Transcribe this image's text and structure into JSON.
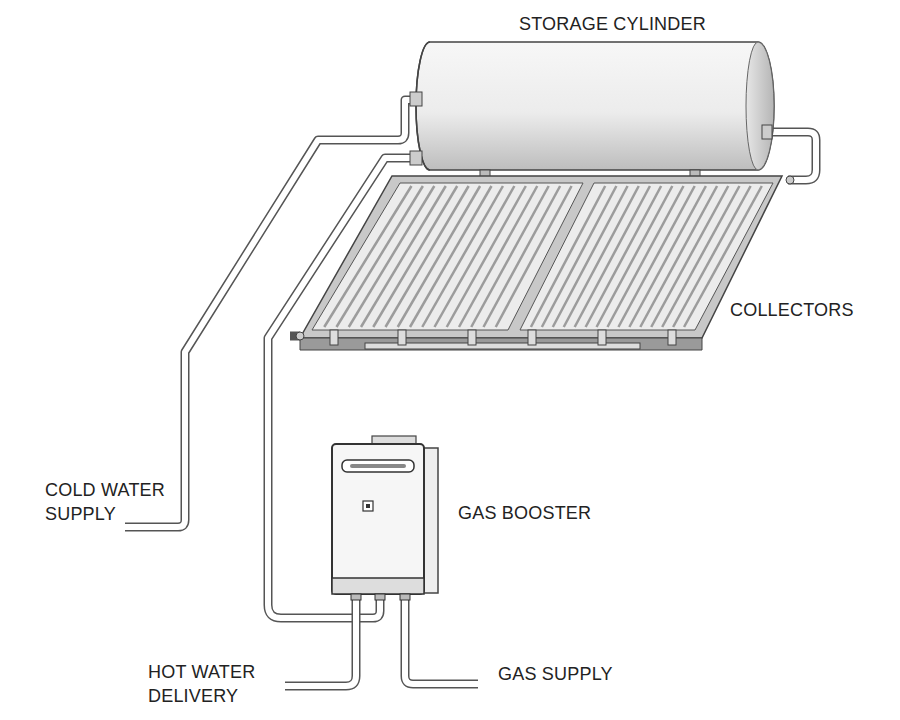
{
  "diagram": {
    "labels": [
      "STORAGE CYLINDER",
      "COLLECTORS",
      "COLD WATER SUPPLY",
      "GAS BOOSTER",
      "HOT WATER DELIVERY",
      "GAS SUPPLY"
    ]
  }
}
